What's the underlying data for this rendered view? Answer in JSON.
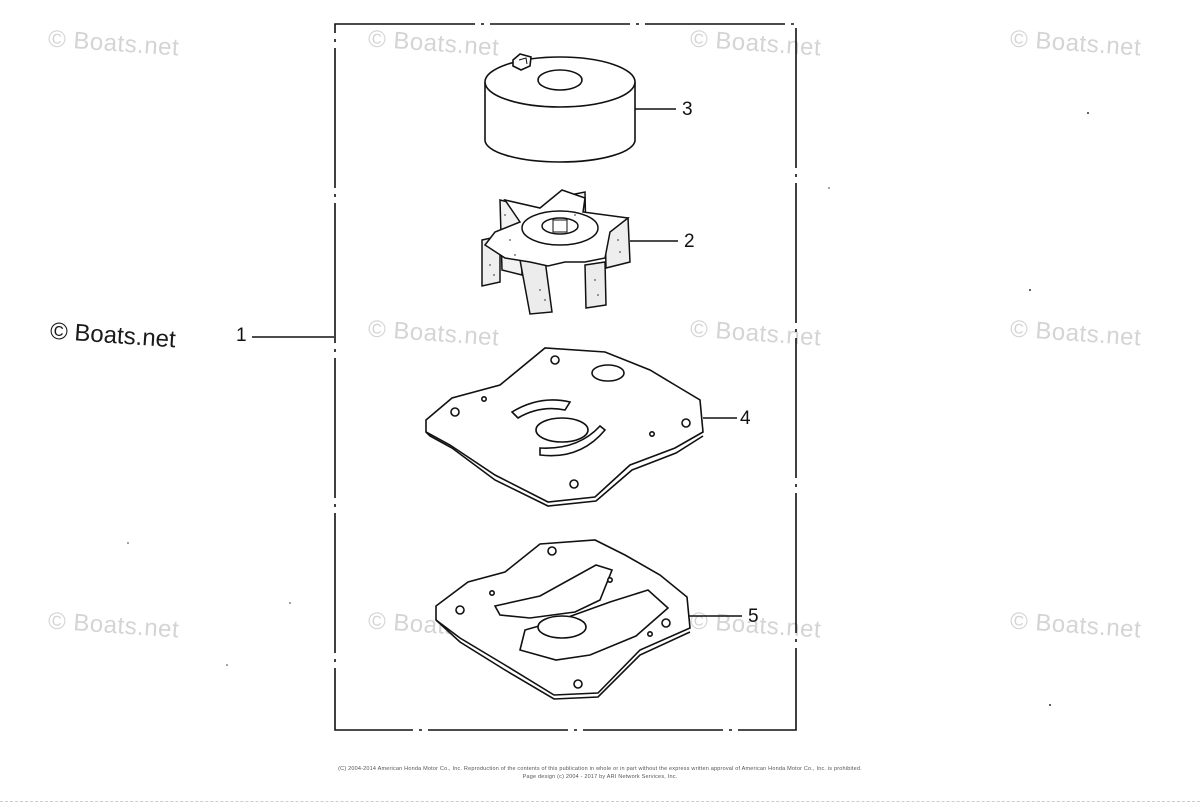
{
  "watermark_text": "© Boats.net",
  "watermark_main": "© Boats.net",
  "callouts": [
    "1",
    "2",
    "3",
    "4",
    "5"
  ],
  "parts": [
    {
      "ref": "1",
      "name": "kit-frame"
    },
    {
      "ref": "2",
      "name": "impeller"
    },
    {
      "ref": "3",
      "name": "pump-housing"
    },
    {
      "ref": "4",
      "name": "outer-plate"
    },
    {
      "ref": "5",
      "name": "gasket"
    }
  ],
  "footer": {
    "line1": "(C) 2004-2014 American Honda Motor Co., Inc. Reproduction of the contents of this publication in whole or in part without the express written approval of American Honda Motor Co., Inc. is prohibited.",
    "line2": "Page design (c) 2004 - 2017 by ARI Network Services, Inc."
  },
  "colors": {
    "line": "#111111",
    "watermark": "#d4d4d4"
  }
}
